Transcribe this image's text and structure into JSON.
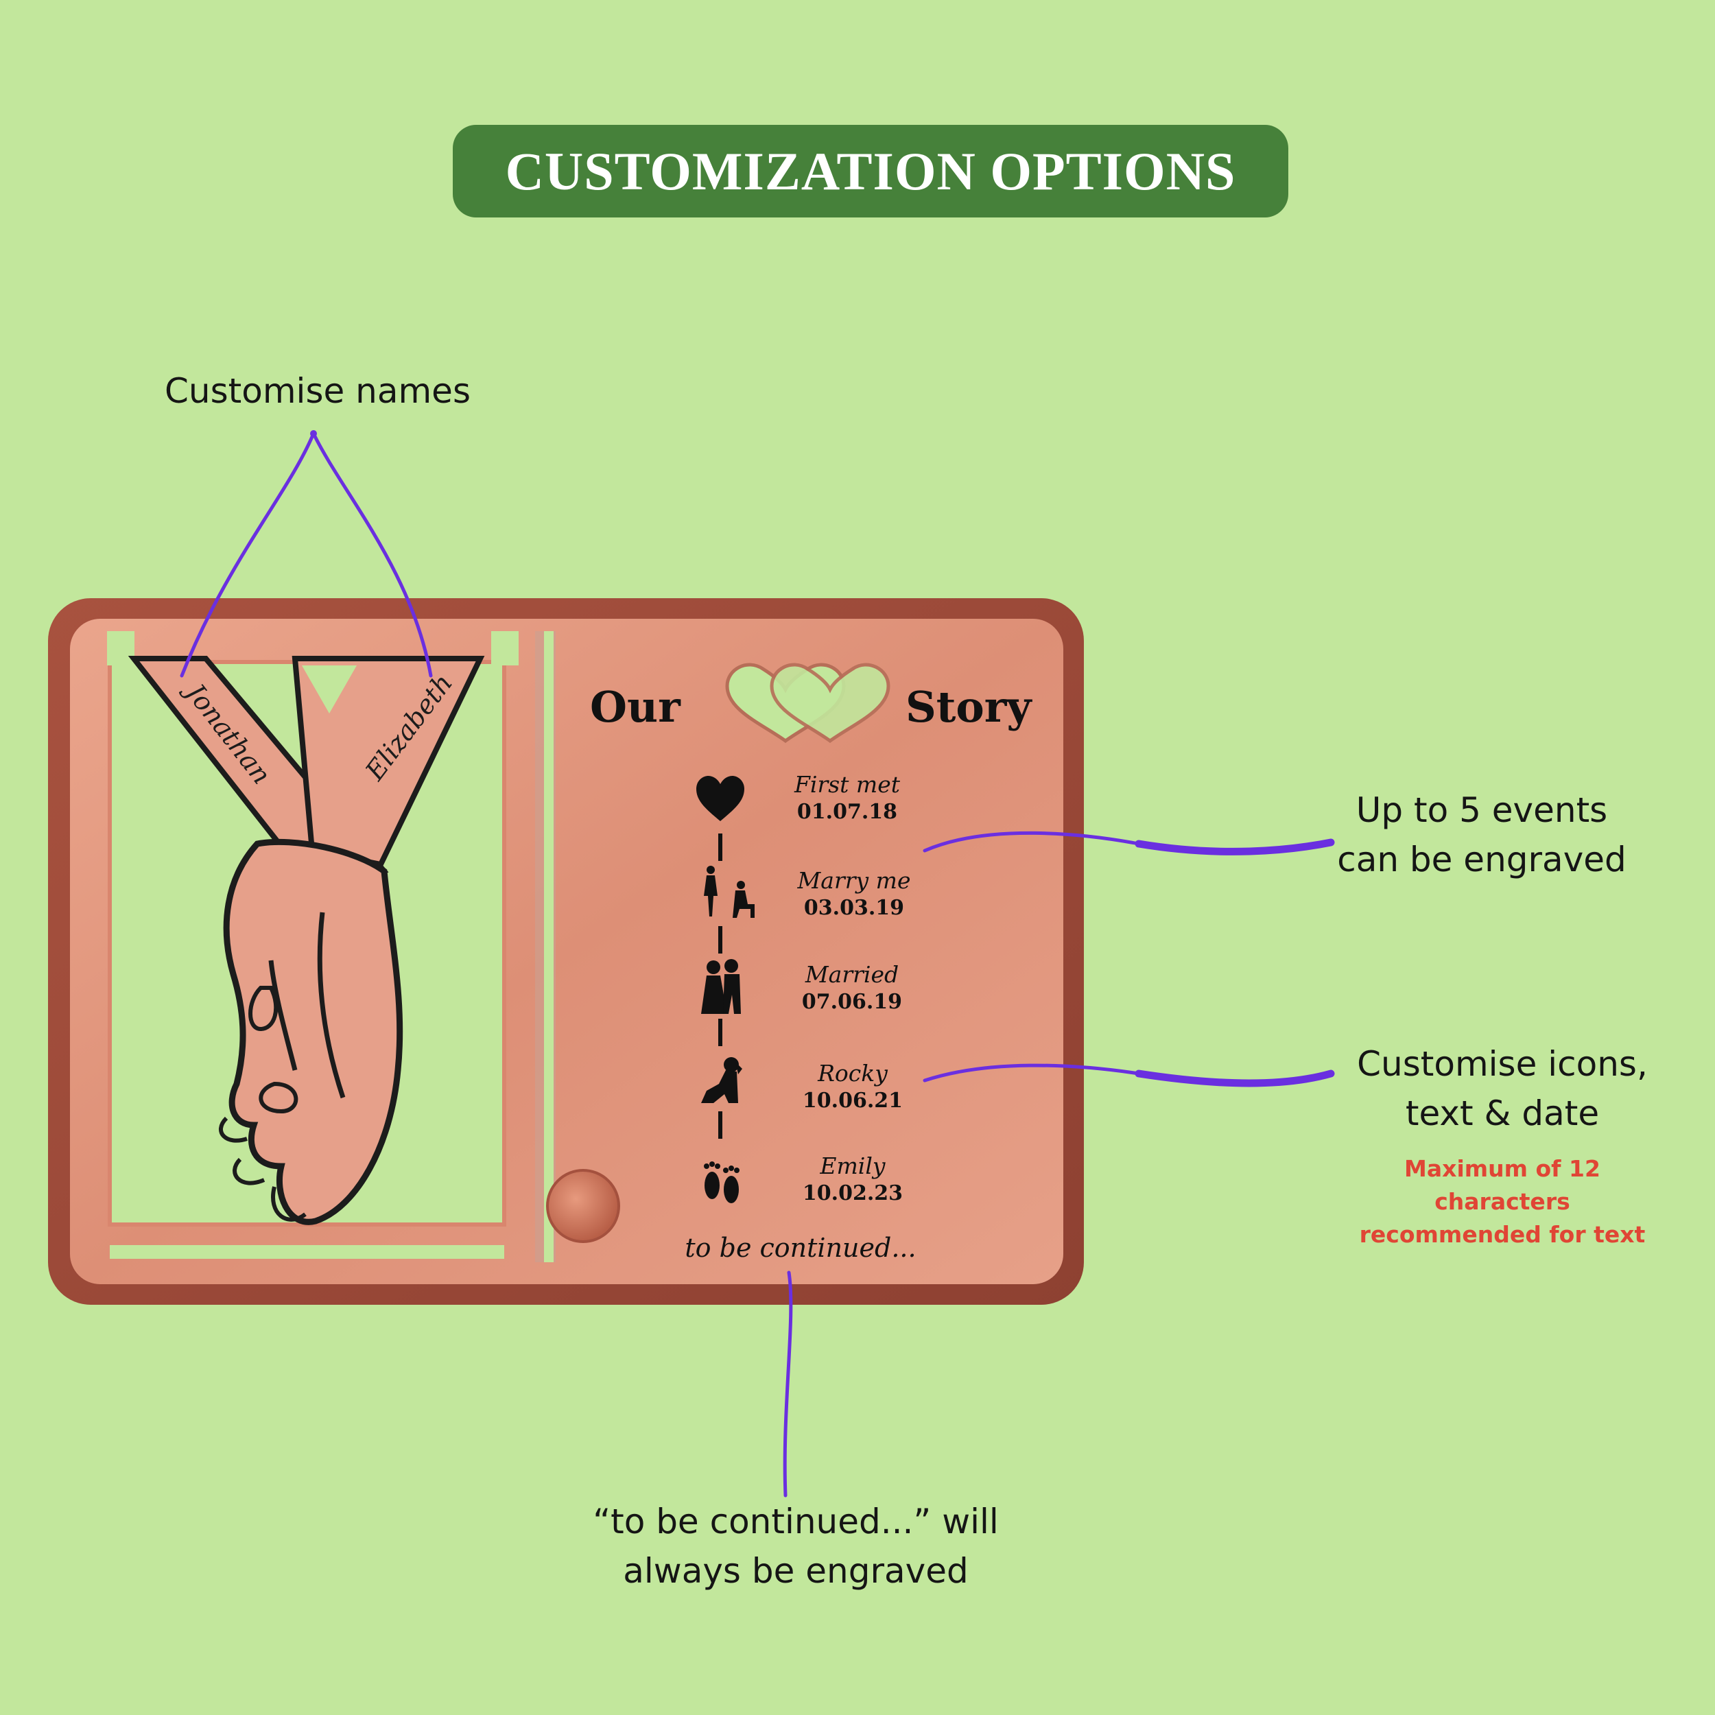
{
  "header": {
    "title": "CUSTOMIZATION OPTIONS"
  },
  "annotations": {
    "names": "Customise names",
    "events_line1": "Up to 5 events",
    "events_line2": "can be engraved",
    "icons_line1": "Customise icons,",
    "icons_line2": "text & date",
    "limit_line1": "Maximum of 12",
    "limit_line2": "characters",
    "limit_line3": "recommended for text",
    "continued_line1": "“to be continued...” will",
    "continued_line2": "always be engraved"
  },
  "plaque": {
    "name_left": "Jonathan",
    "name_right": "Elizabeth",
    "title_left": "Our",
    "title_right": "Story",
    "events": [
      {
        "title": "First met",
        "date": "01.07.18",
        "icon": "heart-icon"
      },
      {
        "title": "Marry me",
        "date": "03.03.19",
        "icon": "proposal-icon"
      },
      {
        "title": "Married",
        "date": "07.06.19",
        "icon": "couple-icon"
      },
      {
        "title": "Rocky",
        "date": "10.06.21",
        "icon": "dog-icon"
      },
      {
        "title": "Emily",
        "date": "10.02.23",
        "icon": "baby-feet-icon"
      }
    ],
    "footer": "to be continued..."
  },
  "colors": {
    "background": "#c2e79c",
    "banner": "#46813a",
    "copper": "#e1957c",
    "copper_dark": "#9a4a3a",
    "pointer": "#6a2fe0",
    "warning": "#e04535"
  }
}
